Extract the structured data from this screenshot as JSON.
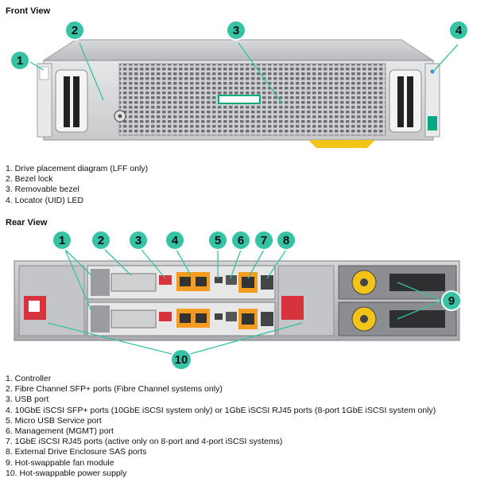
{
  "front": {
    "title": "Front View",
    "callouts": [
      "1",
      "2",
      "3",
      "4"
    ],
    "legend": [
      "1. Drive placement diagram (LFF only)",
      "2. Bezel lock",
      "3. Removable bezel",
      "4. Locator (UID) LED"
    ]
  },
  "rear": {
    "title": "Rear View",
    "callouts": [
      "1",
      "2",
      "3",
      "4",
      "5",
      "6",
      "7",
      "8",
      "9",
      "10"
    ],
    "legend": [
      "1. Controller",
      "2. Fibre Channel SFP+ ports (Fibre Channel systems only)",
      "3. USB port",
      "4. 10GbE iSCSI SFP+ ports (10GbE iSCSI system only) or 1GbE iSCSI RJ45 ports (8-port 1GbE iSCSI system only)",
      "5. Micro USB Service port",
      "6. Management (MGMT) port",
      "7. 1GbE iSCSI RJ45 ports (active only on 8-port and 4-port iSCSI systems)",
      "8. External Drive Enclosure SAS ports",
      "9. Hot-swappable fan module",
      "10. Hot-swappable power supply"
    ]
  },
  "colors": {
    "callout_fill": "#36c2a4",
    "callout_stroke": "#ffffff",
    "accent_yellow": "#f3c318",
    "accent_orange": "#f39c1f",
    "latch_red": "#d7333d",
    "hpe_green": "#01a982"
  }
}
